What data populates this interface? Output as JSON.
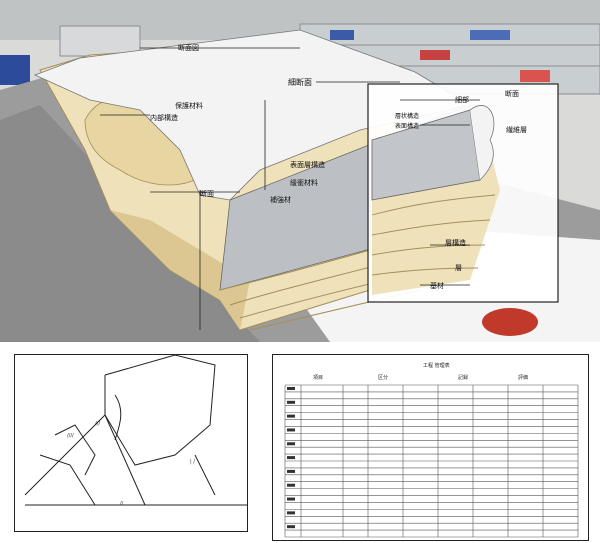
{
  "top_diagram": {
    "labels": {
      "top_center": "断面図",
      "upper_mid": "細断面",
      "left_a": "保護材料",
      "left_b": "内部構造",
      "mid_a": "断面",
      "mid_b": "表面層構造",
      "mid_c": "緩衝材料",
      "mid_d": "補強材",
      "inset_a": "細部",
      "inset_b": "断面",
      "inset_c": "層状構造",
      "inset_d": "表面構造",
      "inset_e": "繊維層",
      "inset_f": "層構造",
      "inset_g": "層",
      "inset_h": "基材"
    }
  },
  "table": {
    "title": "工程 管理表",
    "headers": [
      "項目",
      "区分",
      "記録",
      "評価"
    ]
  },
  "colors": {
    "cream": "#efe2bb",
    "cream_dark": "#dcc792",
    "cover": "#f3f3f3",
    "grey_band": "#bcc0c4",
    "bench": "#9b9c9b",
    "floor": "#bfbfbe"
  }
}
